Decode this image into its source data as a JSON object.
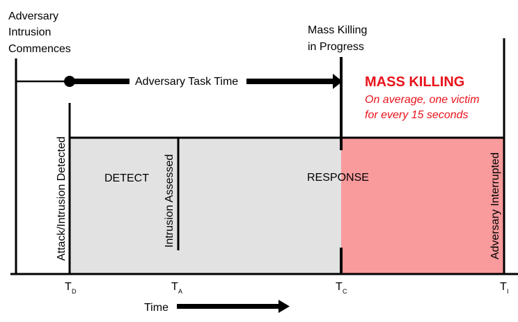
{
  "labels": {
    "intrusion_commences": [
      "Adversary",
      "Intrusion",
      "Commences"
    ],
    "mass_killing_in_progress": [
      "Mass Killing",
      "in Progress"
    ],
    "adversary_task_time": "Adversary Task Time",
    "mass_killing_title": "MASS KILLING",
    "mass_killing_note": [
      "On average, one victim",
      "for every 15 seconds"
    ],
    "attack_detected": "Attack/Intrusion Detected",
    "intrusion_assessed": "Intrusion Assessed",
    "adversary_interrupted": "Adversary Interrupted",
    "detect": "DETECT",
    "response": "RESPONSE",
    "time": "Time"
  },
  "ticks": [
    {
      "main": "T",
      "sub": "D"
    },
    {
      "main": "T",
      "sub": "A"
    },
    {
      "main": "T",
      "sub": "C"
    },
    {
      "main": "T",
      "sub": "I"
    }
  ],
  "colors": {
    "detect_fill": "#e2e2e2",
    "mass_killing_fill": "#f99a9c",
    "mass_killing_text": "#e8121a",
    "line": "#000000"
  }
}
